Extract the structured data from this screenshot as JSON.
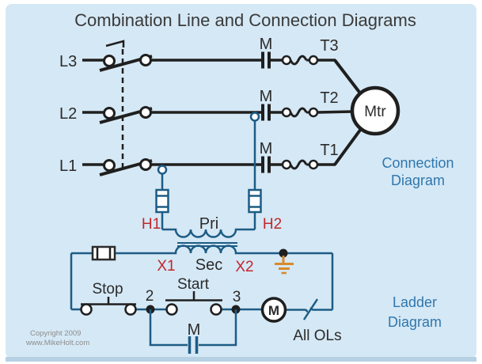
{
  "title": "Combination Line and Connection Diagrams",
  "colors": {
    "panel_background": "#d5e8f5",
    "power_wire_black": "#1f1f1f",
    "control_wire_blue": "#1d5c85",
    "terminal_label_red": "#c1272d",
    "section_label_blue": "#2f77ae",
    "ground_orange": "#d98a2b",
    "copyright_gray": "#8d8d8d"
  },
  "connection_diagram": {
    "section_label_line1": "Connection",
    "section_label_line2": "Diagram",
    "phases": [
      {
        "line": "L3",
        "contact_label": "M",
        "terminal": "T3"
      },
      {
        "line": "L2",
        "contact_label": "M",
        "terminal": "T2"
      },
      {
        "line": "L1",
        "contact_label": "M",
        "terminal": "T1"
      }
    ],
    "motor_label": "Mtr",
    "transformer": {
      "h1": "H1",
      "primary_label": "Pri",
      "h2": "H2",
      "x1": "X1",
      "secondary_label": "Sec",
      "x2": "X2"
    }
  },
  "ladder_diagram": {
    "section_label_line1": "Ladder",
    "section_label_line2": "Diagram",
    "stop_label": "Stop",
    "start_label": "Start",
    "node_2": "2",
    "node_3": "3",
    "seal_in_contact_label": "M",
    "coil_label": "M",
    "overload_label": "All OLs"
  },
  "footer": {
    "copyright_line1": "Copyright 2009",
    "copyright_line2": "www.MikeHolt.com"
  }
}
